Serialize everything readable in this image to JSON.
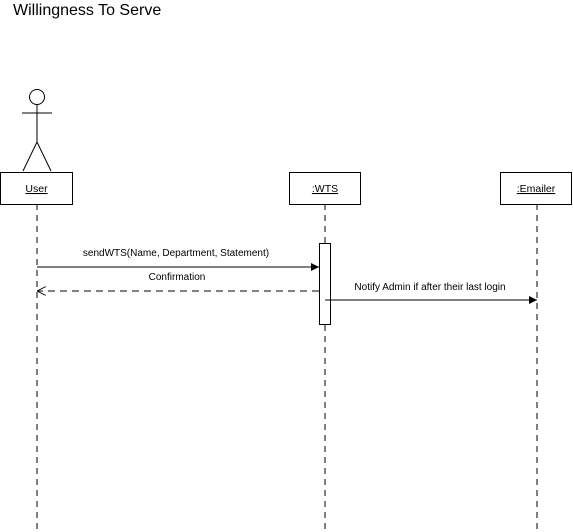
{
  "title": "Willingness To Serve",
  "participants": [
    {
      "id": "user",
      "label": "User",
      "kind": "actor"
    },
    {
      "id": "wts",
      "label": ":WTS",
      "kind": "object"
    },
    {
      "id": "emailer",
      "label": ":Emailer",
      "kind": "object"
    }
  ],
  "messages": [
    {
      "from": "user",
      "to": "wts",
      "label": "sendWTS(Name, Department, Statement)",
      "type": "synchronous"
    },
    {
      "from": "wts",
      "to": "user",
      "label": "Confirmation",
      "type": "return"
    },
    {
      "from": "wts",
      "to": "emailer",
      "label": "Notify Admin if after their last login",
      "type": "asynchronous"
    }
  ]
}
